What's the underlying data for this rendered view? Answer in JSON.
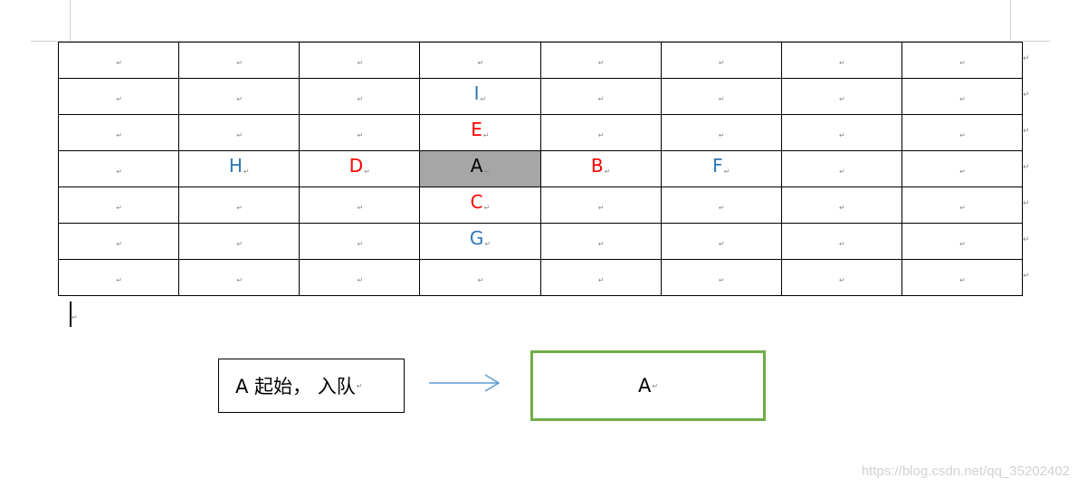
{
  "paragraph_mark": "↵",
  "grid": {
    "rows": [
      [
        {
          "t": ""
        },
        {
          "t": ""
        },
        {
          "t": ""
        },
        {
          "t": ""
        },
        {
          "t": ""
        },
        {
          "t": ""
        },
        {
          "t": ""
        },
        {
          "t": ""
        }
      ],
      [
        {
          "t": ""
        },
        {
          "t": ""
        },
        {
          "t": ""
        },
        {
          "t": "I",
          "color": "blue"
        },
        {
          "t": ""
        },
        {
          "t": ""
        },
        {
          "t": ""
        },
        {
          "t": ""
        }
      ],
      [
        {
          "t": ""
        },
        {
          "t": ""
        },
        {
          "t": ""
        },
        {
          "t": "E",
          "color": "red"
        },
        {
          "t": ""
        },
        {
          "t": ""
        },
        {
          "t": ""
        },
        {
          "t": ""
        }
      ],
      [
        {
          "t": ""
        },
        {
          "t": "H",
          "color": "blue"
        },
        {
          "t": "D",
          "color": "red"
        },
        {
          "t": "A",
          "color": "black",
          "shaded": true
        },
        {
          "t": "B",
          "color": "red"
        },
        {
          "t": "F",
          "color": "blue"
        },
        {
          "t": ""
        },
        {
          "t": ""
        }
      ],
      [
        {
          "t": ""
        },
        {
          "t": ""
        },
        {
          "t": ""
        },
        {
          "t": "C",
          "color": "red"
        },
        {
          "t": ""
        },
        {
          "t": ""
        },
        {
          "t": ""
        },
        {
          "t": ""
        }
      ],
      [
        {
          "t": ""
        },
        {
          "t": ""
        },
        {
          "t": ""
        },
        {
          "t": "G",
          "color": "blue"
        },
        {
          "t": ""
        },
        {
          "t": ""
        },
        {
          "t": ""
        },
        {
          "t": ""
        }
      ],
      [
        {
          "t": ""
        },
        {
          "t": ""
        },
        {
          "t": ""
        },
        {
          "t": ""
        },
        {
          "t": ""
        },
        {
          "t": ""
        },
        {
          "t": ""
        },
        {
          "t": ""
        }
      ]
    ]
  },
  "colors": {
    "red": "#ff0000",
    "blue": "#2e75b6",
    "black": "#000000",
    "shade": "#a6a6a6",
    "queue_border": "#70ad47",
    "arrow": "#5b9bd5"
  },
  "step": {
    "text": "A 起始， 入队"
  },
  "queue": {
    "items": "A"
  },
  "watermark": "https://blog.csdn.net/qq_35202402"
}
